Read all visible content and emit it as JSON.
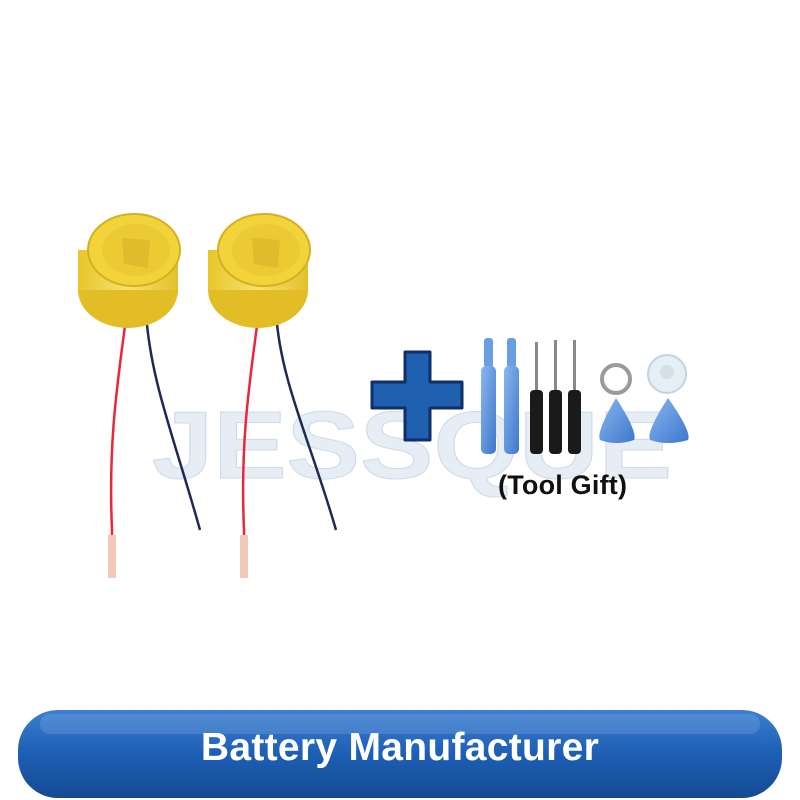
{
  "watermark": {
    "text": "JESSQUE"
  },
  "gift": {
    "label": "(Tool Gift)"
  },
  "banner": {
    "title": "Battery Manufacturer"
  },
  "colors": {
    "battery": "#f2d43a",
    "plus_sign": "#1f5fb0",
    "banner": "#1d5fb4",
    "tool_blue": "#4a86d8",
    "red_wire": "#e8283a",
    "blue_wire": "#1e2a55"
  },
  "items": {
    "batteries": [
      "battery",
      "battery"
    ],
    "tools": [
      "pry-bar",
      "pry-bar",
      "screwdriver",
      "screwdriver",
      "screwdriver",
      "key-ring",
      "suction-cup",
      "triangle-pick",
      "triangle-pick"
    ]
  }
}
